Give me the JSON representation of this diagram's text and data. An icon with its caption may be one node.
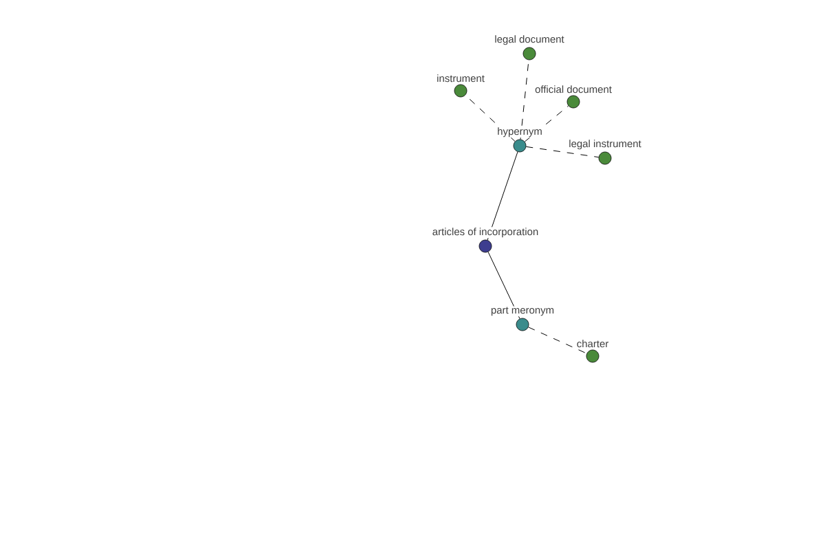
{
  "diagram": {
    "nodes": [
      {
        "text": [
          "articles of incorporation"
        ]
      },
      {
        "text": [
          "hypernym"
        ]
      },
      {
        "text": [
          "part meronym"
        ]
      },
      {
        "text": [
          "legal document"
        ]
      },
      {
        "text": [
          "instrument"
        ]
      },
      {
        "text": [
          "official document"
        ]
      },
      {
        "text": [
          "legal instrument"
        ]
      },
      {
        "text": [
          "charter"
        ]
      }
    ],
    "edges": [
      {
        "from": 0,
        "to": 1,
        "arrow": "none"
      },
      {
        "from": 0,
        "to": 2,
        "arrow": "none"
      },
      {
        "from": 1,
        "to": 3,
        "arrow": "none",
        "style": "dashed"
      },
      {
        "from": 1,
        "to": 4,
        "arrow": "none",
        "style": "dashed"
      },
      {
        "from": 1,
        "to": 5,
        "arrow": "none",
        "style": "dashed"
      },
      {
        "from": 1,
        "to": 6,
        "arrow": "none",
        "style": "dashed"
      },
      {
        "from": 2,
        "to": 7,
        "arrow": "none",
        "style": "dashed"
      }
    ]
  }
}
